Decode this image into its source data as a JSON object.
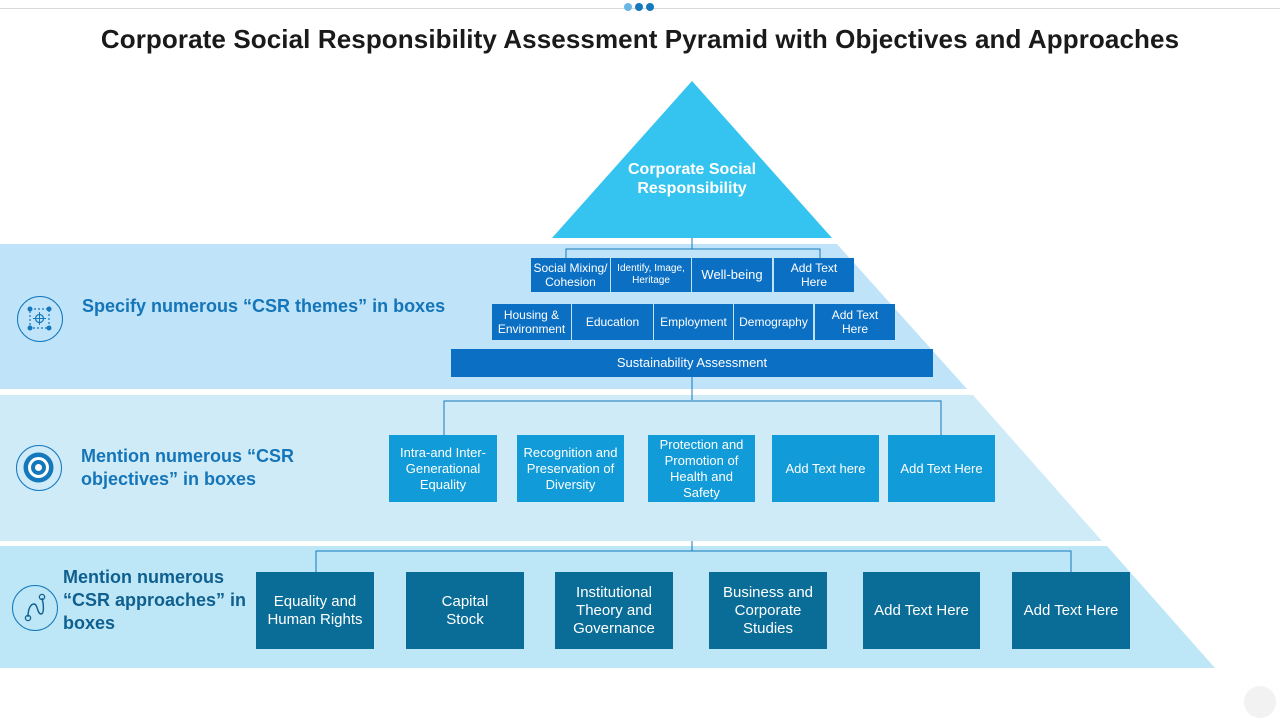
{
  "title": "Corporate Social Responsibility Assessment Pyramid with Objectives and Approaches",
  "colors": {
    "pyramid_top": "#35c4ef",
    "band_1": "#bfe3f8",
    "band_2": "#cfebf8",
    "band_3": "#bde7f6",
    "theme_box": "#0b70c4",
    "objective_box": "#119bd8",
    "approach_box": "#0a6d98",
    "label_text": "#1475b8",
    "header_dot_light": "#67b6e6",
    "header_dot_dark": "#1478bd"
  },
  "pyramid": {
    "top_label": "Corporate Social Responsibility"
  },
  "bands": [
    {
      "label": "Specify numerous “CSR themes” in boxes",
      "icon": "target-frame-icon"
    },
    {
      "label": "Mention numerous “CSR objectives” in boxes",
      "icon": "bullseye-icon"
    },
    {
      "label": "Mention numerous “CSR approaches” in boxes",
      "icon": "route-icon"
    }
  ],
  "themes": {
    "row1": [
      "Social Mixing/ Cohesion",
      "Identify, Image, Heritage",
      "Well-being",
      "Add Text Here"
    ],
    "row2": [
      "Housing & Environment",
      "Education",
      "Employment",
      "Demography",
      "Add Text Here"
    ],
    "assessment": "Sustainability Assessment"
  },
  "objectives": [
    "Intra-and Inter-Generational Equality",
    "Recognition and Preservation of Diversity",
    "Protection and Promotion of Health and Safety",
    "Add Text here",
    "Add Text Here"
  ],
  "approaches": [
    "Equality and Human Rights",
    "Capital Stock",
    "Institutional Theory and Governance",
    "Business and Corporate Studies",
    "Add Text Here",
    "Add Text Here"
  ]
}
